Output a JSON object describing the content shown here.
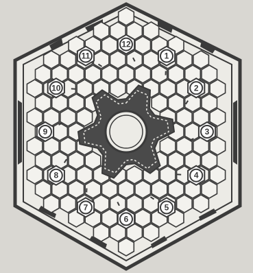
{
  "colors": {
    "background": "#d9d7d2",
    "ink": "#3a3a3a",
    "cell_fill": "#f3f2ee",
    "hub_fill": "#4a4a4a"
  },
  "board": {
    "type": "hexagonal-grid-board",
    "center_piece": "gear-hub",
    "numbered_cells": [
      {
        "label": "12"
      },
      {
        "label": "1"
      },
      {
        "label": "2"
      },
      {
        "label": "3"
      },
      {
        "label": "4"
      },
      {
        "label": "5"
      },
      {
        "label": "6"
      },
      {
        "label": "7"
      },
      {
        "label": "8"
      },
      {
        "label": "9"
      },
      {
        "label": "10"
      },
      {
        "label": "11"
      }
    ]
  }
}
